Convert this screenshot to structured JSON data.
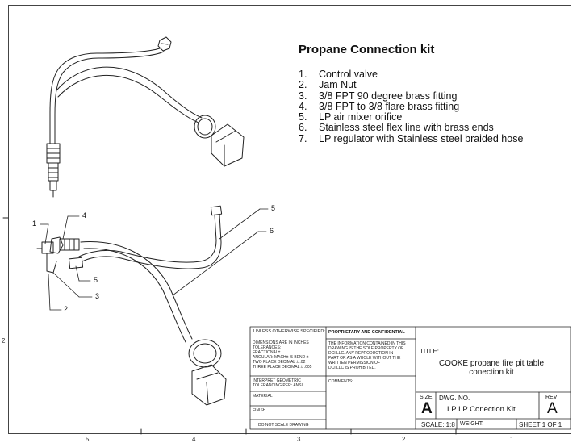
{
  "title": "Propane Connection kit",
  "parts": [
    {
      "num": "1.",
      "text": "Control valve"
    },
    {
      "num": "2.",
      "text": "Jam Nut"
    },
    {
      "num": "3.",
      "text": "3/8 FPT 90 degree brass fitting"
    },
    {
      "num": "4.",
      "text": "3/8 FPT to 3/8 flare brass fitting"
    },
    {
      "num": "5.",
      "text": "LP air mixer orifice"
    },
    {
      "num": "6.",
      "text": "Stainless steel flex line with brass ends"
    },
    {
      "num": "7.",
      "text": "LP regulator with Stainless steel braided hose"
    }
  ],
  "balloons": [
    "1",
    "4",
    "5",
    "3",
    "2",
    "5",
    "6"
  ],
  "title_block": {
    "unless": "UNLESS OTHERWISE SPECIFIED:",
    "dimensions": "DIMENSIONS ARE IN INCHES",
    "tolerances": "TOLERANCES:",
    "fractional": "FRACTIONAL±",
    "angular": "ANGULAR: MACH±  .5   BEND ±",
    "two_place": "TWO PLACE DECIMAL    ± .02",
    "three_place": "THREE PLACE DECIMAL  ± .005",
    "interpret": "INTERPRET GEOMETRIC",
    "tolerancing": "TOLERANCING PER: ANSI",
    "material": "MATERIAL",
    "finish": "FINISH",
    "do_not_scale": "DO NOT SCALE DRAWING",
    "proprietary": "PROPRIETARY AND CONFIDENTIAL",
    "info_1": "THE INFORMATION CONTAINED IN THIS",
    "info_2": "DRAWING IS THE SOLE PROPERTY OF",
    "info_3": "DCI LLC.  ANY REPRODUCTION IN",
    "info_4": "PART OR AS A WHOLE WITHOUT THE",
    "info_5": "WRITTEN PERMISSION OF",
    "info_6": "DCI LLC IS PROHIBITED.",
    "comments": "COMMENTS:",
    "title_label": "TITLE:",
    "title_line1": "COOKE propane fire pit table",
    "title_line2": "conection kit",
    "size_label": "SIZE",
    "size": "A",
    "dwg_label": "DWG.  NO.",
    "dwg_no": "LP LP Conection Kit",
    "rev_label": "REV",
    "rev": "A",
    "scale": "SCALE: 1:8",
    "weight": "WEIGHT:",
    "sheet": "SHEET 1 OF 1"
  },
  "border_numbers": [
    "5",
    "4",
    "3",
    "2",
    "1"
  ],
  "side_number": "2"
}
